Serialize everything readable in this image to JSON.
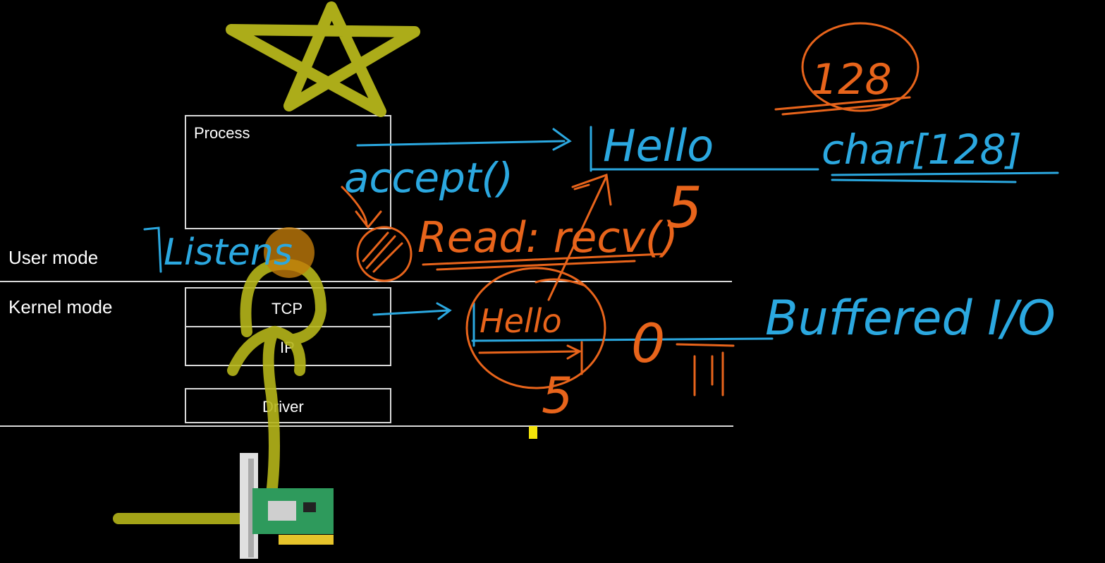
{
  "layers": {
    "process": "Process",
    "tcp": "TCP",
    "ip": "IP",
    "driver": "Driver"
  },
  "modes": {
    "user": "User mode",
    "kernel": "Kernel mode"
  },
  "annotations": {
    "listens": "Listens",
    "accept": "accept()",
    "read": "Read: recv()",
    "hello_user": "Hello",
    "char_buf": "char[128]",
    "size_128": "128",
    "count_5_user": "5",
    "hello_kernel": "Hello",
    "count_5_kernel": "5",
    "offset": "0",
    "buffered_io": "Buffered I/O"
  },
  "colors": {
    "blue_ink": "#2ba8e0",
    "orange_ink": "#e8641b",
    "highlighter": "#b5b51a",
    "line": "#d9d9d9",
    "cursor": "#f5e50a"
  }
}
